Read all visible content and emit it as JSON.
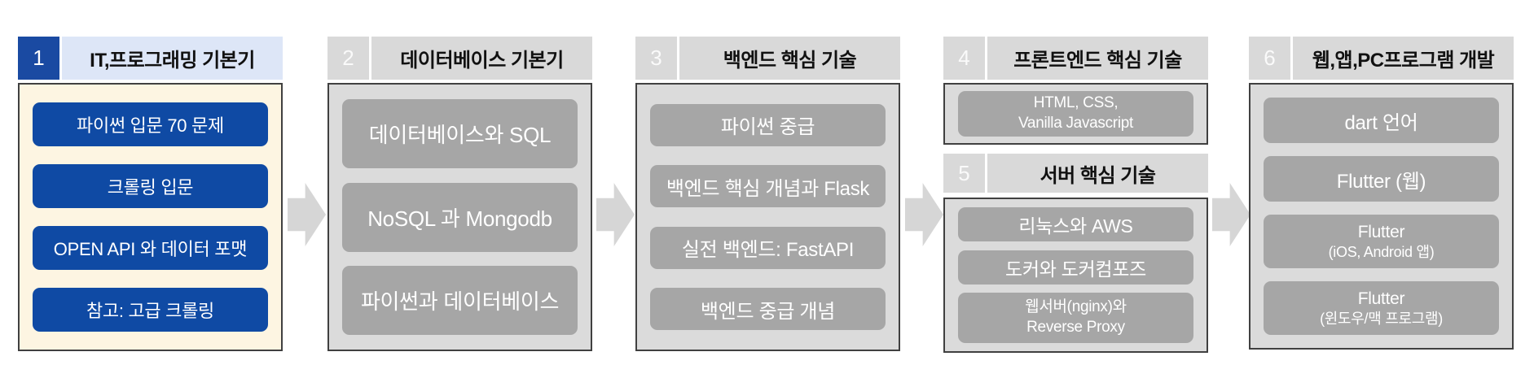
{
  "colors": {
    "blue_accent": "#0f4aa4",
    "blue_number_box": "#1a4aa2",
    "blue_header_bg": "#dde6f7",
    "cream_body_bg": "#fdf5e2",
    "gray_header_bg": "#d9d9d9",
    "gray_body_bg": "#dbdbdb",
    "gray_item_bg": "#a6a6a6",
    "arrow_gray": "#d6d6d6",
    "border_dark": "#404040"
  },
  "columns": [
    {
      "sections": [
        {
          "number": "1",
          "title": "IT,프로그래밍 기본기",
          "items": [
            {
              "line1": "파이썬 입문 70 문제"
            },
            {
              "line1": "크롤링 입문"
            },
            {
              "line1": "OPEN API 와 데이터 포맷"
            },
            {
              "line1": "참고: 고급 크롤링"
            }
          ]
        }
      ]
    },
    {
      "sections": [
        {
          "number": "2",
          "title": "데이터베이스 기본기",
          "items": [
            {
              "line1": "데이터베이스와 SQL"
            },
            {
              "line1": "NoSQL 과 Mongodb"
            },
            {
              "line1": "파이썬과 데이터베이스"
            }
          ]
        }
      ]
    },
    {
      "sections": [
        {
          "number": "3",
          "title": "백엔드 핵심 기술",
          "items": [
            {
              "line1": "파이썬 중급"
            },
            {
              "line1": "백엔드 핵심 개념과 Flask"
            },
            {
              "line1": "실전 백엔드: FastAPI"
            },
            {
              "line1": "백엔드 중급 개념"
            }
          ]
        }
      ]
    },
    {
      "sections": [
        {
          "number": "4",
          "title": "프론트엔드 핵심 기술",
          "items": [
            {
              "line1": "HTML, CSS,",
              "line2": "Vanilla Javascript"
            }
          ]
        },
        {
          "number": "5",
          "title": "서버 핵심 기술",
          "items": [
            {
              "line1": "리눅스와 AWS"
            },
            {
              "line1": "도커와 도커컴포즈"
            },
            {
              "line1": "웹서버(nginx)와",
              "line2": "Reverse Proxy"
            }
          ]
        }
      ]
    },
    {
      "sections": [
        {
          "number": "6",
          "title": "웹,앱,PC프로그램 개발",
          "items": [
            {
              "line1": "dart 언어"
            },
            {
              "line1": "Flutter (웹)"
            },
            {
              "line1": "Flutter",
              "line2": "(iOS, Android 앱)"
            },
            {
              "line1": "Flutter",
              "line2": "(윈도우/맥 프로그램)"
            }
          ]
        }
      ]
    }
  ]
}
